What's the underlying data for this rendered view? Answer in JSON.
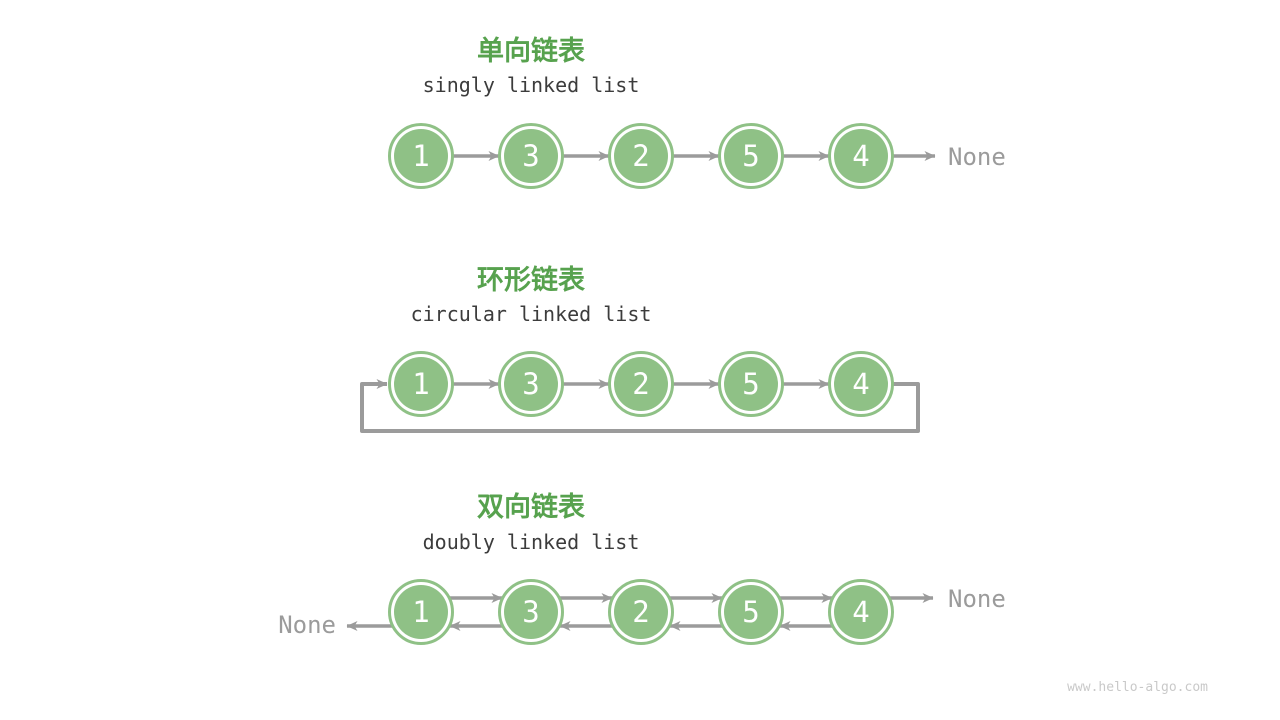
{
  "diagram": "linked-list-types",
  "sections": [
    {
      "id": "singly",
      "title": "单向链表",
      "subtitle": "singly linked list",
      "nodes": [
        "1",
        "3",
        "2",
        "5",
        "4"
      ],
      "tail_label": "None"
    },
    {
      "id": "circular",
      "title": "环形链表",
      "subtitle": "circular linked list",
      "nodes": [
        "1",
        "3",
        "2",
        "5",
        "4"
      ]
    },
    {
      "id": "doubly",
      "title": "双向链表",
      "subtitle": "doubly linked list",
      "nodes": [
        "1",
        "3",
        "2",
        "5",
        "4"
      ],
      "head_label": "None",
      "tail_label": "None"
    }
  ],
  "watermark": "www.hello-algo.com",
  "colors": {
    "node_green": "#8fc186",
    "title_green": "#57a24e",
    "text_dark": "#3c3c3c",
    "arrow_gray": "#9b9b9b",
    "watermark_gray": "#c9c9c9"
  }
}
